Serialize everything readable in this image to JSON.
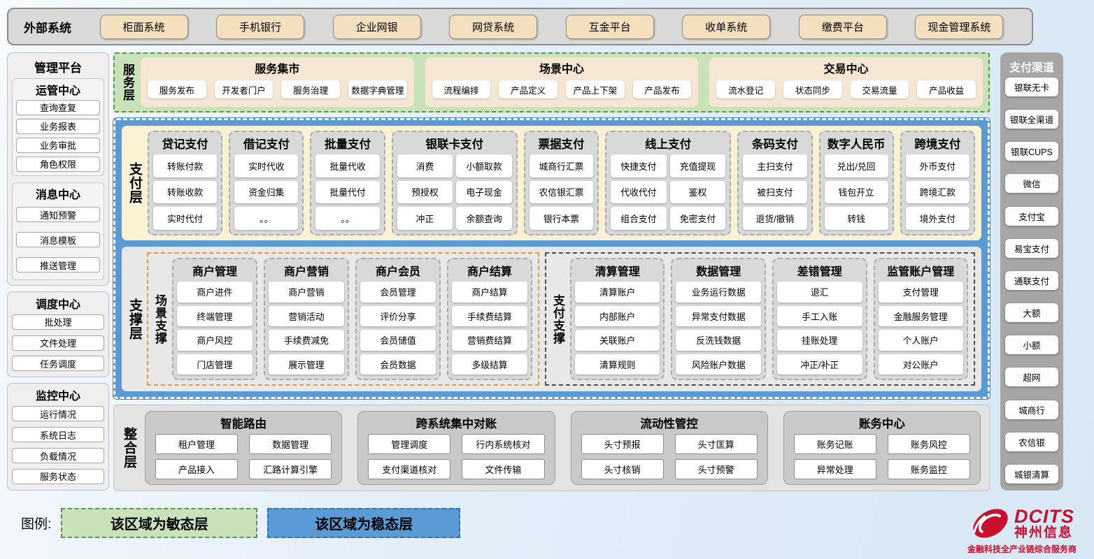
{
  "external_systems": {
    "label": "外部系统",
    "items": [
      "柜面系统",
      "手机银行",
      "企业网银",
      "网贷系统",
      "互金平台",
      "收单系统",
      "缴费平台",
      "现金管理系统"
    ]
  },
  "management_platform": {
    "title": "管理平台",
    "upper_sections": [
      {
        "title": "运管中心",
        "items": [
          "查询查复",
          "业务报表",
          "业务审批",
          "角色权限"
        ]
      },
      {
        "title": "消息中心",
        "items": [
          "通知预警",
          "消息模板",
          "推送管理"
        ]
      }
    ],
    "lower_sections": [
      {
        "title": "调度中心",
        "items": [
          "批处理",
          "文件处理",
          "任务调度"
        ]
      },
      {
        "title": "监控中心",
        "items": [
          "运行情况",
          "系统日志",
          "负载情况",
          "服务状态"
        ]
      }
    ]
  },
  "service_layer": {
    "label": "服务层",
    "groups": [
      {
        "title": "服务集市",
        "cols": 4,
        "items": [
          "服务发布",
          "开发者门户",
          "服务治理",
          "数据字典管理"
        ]
      },
      {
        "title": "场景中心",
        "cols": 4,
        "items": [
          "流程编排",
          "产品定义",
          "产品上下架",
          "产品发布"
        ]
      },
      {
        "title": "交易中心",
        "cols": 4,
        "items": [
          "流水登记",
          "状态同步",
          "交易流量",
          "产品收益"
        ]
      }
    ]
  },
  "payment_layer": {
    "label": "支付层",
    "groups": [
      {
        "title": "贷记支付",
        "cols": 1,
        "items": [
          "转账付款",
          "转账收款",
          "实时代付"
        ]
      },
      {
        "title": "借记支付",
        "cols": 1,
        "items": [
          "实时代收",
          "资金归集",
          "。。"
        ]
      },
      {
        "title": "批量支付",
        "cols": 1,
        "items": [
          "批量代收",
          "批量代付",
          "。。"
        ]
      },
      {
        "title": "银联卡支付",
        "cols": 2,
        "items": [
          "消费",
          "小额取款",
          "预授权",
          "电子现金",
          "冲正",
          "余额查询"
        ]
      },
      {
        "title": "票据支付",
        "cols": 1,
        "items": [
          "城商行汇票",
          "农信银汇票",
          "银行本票"
        ]
      },
      {
        "title": "线上支付",
        "cols": 2,
        "items": [
          "快捷支付",
          "充值提现",
          "代收代付",
          "鉴权",
          "组合支付",
          "免密支付"
        ]
      },
      {
        "title": "条码支付",
        "cols": 1,
        "items": [
          "主扫支付",
          "被扫支付",
          "退货/撤销"
        ]
      },
      {
        "title": "数字人民币",
        "cols": 1,
        "items": [
          "兑出/兑回",
          "钱包开立",
          "转钱"
        ]
      },
      {
        "title": "跨境支付",
        "cols": 1,
        "items": [
          "外币支付",
          "跨境汇款",
          "境外支付"
        ]
      }
    ]
  },
  "support_layer": {
    "label": "支撑层",
    "scene_support": {
      "label": "场景支撑",
      "groups": [
        {
          "title": "商户管理",
          "items": [
            "商户进件",
            "终端管理",
            "商户风控",
            "门店管理"
          ]
        },
        {
          "title": "商户营销",
          "items": [
            "商户营销",
            "营销活动",
            "手续费减免",
            "展示管理"
          ]
        },
        {
          "title": "商户会员",
          "items": [
            "会员管理",
            "评价分享",
            "会员储值",
            "会员数据"
          ]
        },
        {
          "title": "商户结算",
          "items": [
            "商户结算",
            "手续费结算",
            "营销费结算",
            "多级结算"
          ]
        }
      ]
    },
    "payment_support": {
      "label": "支付支撑",
      "groups": [
        {
          "title": "清算管理",
          "items": [
            "清算账户",
            "内部账户",
            "关联账户",
            "清算规则"
          ]
        },
        {
          "title": "数据管理",
          "items": [
            "业务运行数据",
            "异常支付数据",
            "反洗钱数据",
            "风险账户数据"
          ]
        },
        {
          "title": "差错管理",
          "items": [
            "退汇",
            "手工入账",
            "挂账处理",
            "冲正/补正"
          ]
        },
        {
          "title": "监管账户管理",
          "items": [
            "支付管理",
            "金融服务管理",
            "个人账户",
            "对公账户"
          ]
        }
      ]
    }
  },
  "integration_layer": {
    "label": "整合层",
    "groups": [
      {
        "title": "智能路由",
        "cols": 2,
        "items": [
          "租户管理",
          "数据管理",
          "产品接入",
          "汇路计算引擎"
        ]
      },
      {
        "title": "跨系统集中对账",
        "cols": 2,
        "items": [
          "管理调度",
          "行内系统核对",
          "支付渠道核对",
          "文件传输"
        ]
      },
      {
        "title": "流动性管控",
        "cols": 2,
        "items": [
          "头寸预报",
          "头寸匡算",
          "头寸核销",
          "头寸预警"
        ]
      },
      {
        "title": "账务中心",
        "cols": 2,
        "items": [
          "账务记账",
          "账务风控",
          "异常处理",
          "账务监控"
        ]
      }
    ]
  },
  "payment_channels": {
    "title": "支付渠道",
    "items": [
      "银联无卡",
      "银联全渠道",
      "银联CUPS",
      "微信",
      "支付宝",
      "易宝支付",
      "通联支付",
      "大额",
      "小额",
      "超网",
      "城商行",
      "农信银",
      "城银清算"
    ]
  },
  "legend": {
    "label": "图例:",
    "agile": "该区域为敏态层",
    "stable": "该区域为稳态层"
  },
  "logo": {
    "brand": "DCITS",
    "name": "神州信息",
    "tagline": "金融科技全产业链综合服务商"
  },
  "colors": {
    "stable_blue": "#5b9bd5",
    "agile_green": "#c9e2ba",
    "agile_green_border": "#5e9552",
    "payment_panel_cream": "#fbf1d5",
    "group_gray": "#d9d9d9",
    "external_button_tan": "#f4dfbe",
    "channels_gray": "#a6a6a6",
    "scene_support_orange_border": "#e39a45",
    "brand_red": "#c8102e"
  }
}
